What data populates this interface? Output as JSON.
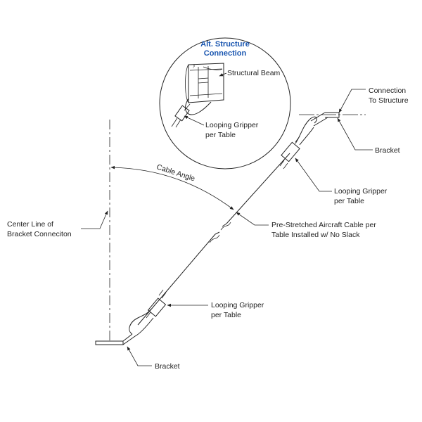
{
  "inset": {
    "title_line1": "Alt. Structure",
    "title_line2": "Connection",
    "beam_label": "Structural Beam",
    "gripper_label_line1": "Looping Gripper",
    "gripper_label_line2": "per Table"
  },
  "labels": {
    "connection_line1": "Connection",
    "connection_line2": "To Structure",
    "bracket_top": "Bracket",
    "gripper_top_line1": "Looping Gripper",
    "gripper_top_line2": "per Table",
    "cable_angle": "Cable Angle",
    "centerline_line1": "Center Line of",
    "centerline_line2": "Bracket Conneciton",
    "cable_line1": "Pre-Stretched Aircraft Cable per",
    "cable_line2": "Table Installed w/ No Slack",
    "gripper_bottom_line1": "Looping Gripper",
    "gripper_bottom_line2": "per Table",
    "bracket_bottom": "Bracket"
  },
  "colors": {
    "title_blue": "#1a56b0",
    "line": "#222222"
  }
}
